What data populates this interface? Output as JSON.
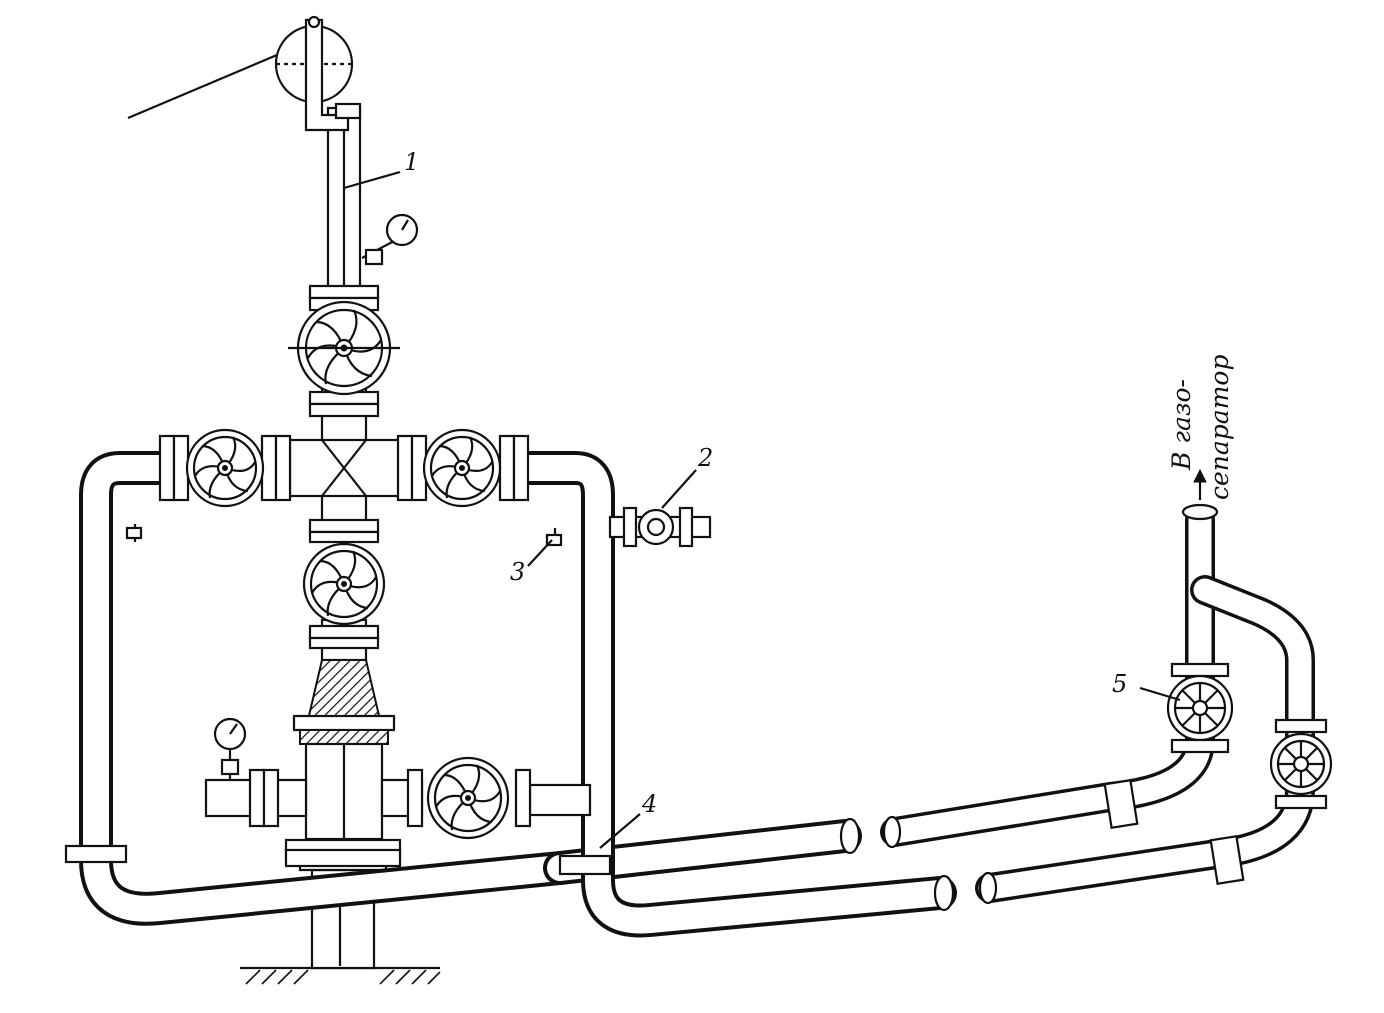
{
  "labels": {
    "n1": "1",
    "n2": "2",
    "n3": "3",
    "n4": "4",
    "n5": "5"
  },
  "destination": {
    "line1": "В газо-",
    "line2": "сепаратор"
  },
  "colors": {
    "ink": "#111111",
    "paper": "#ffffff"
  }
}
